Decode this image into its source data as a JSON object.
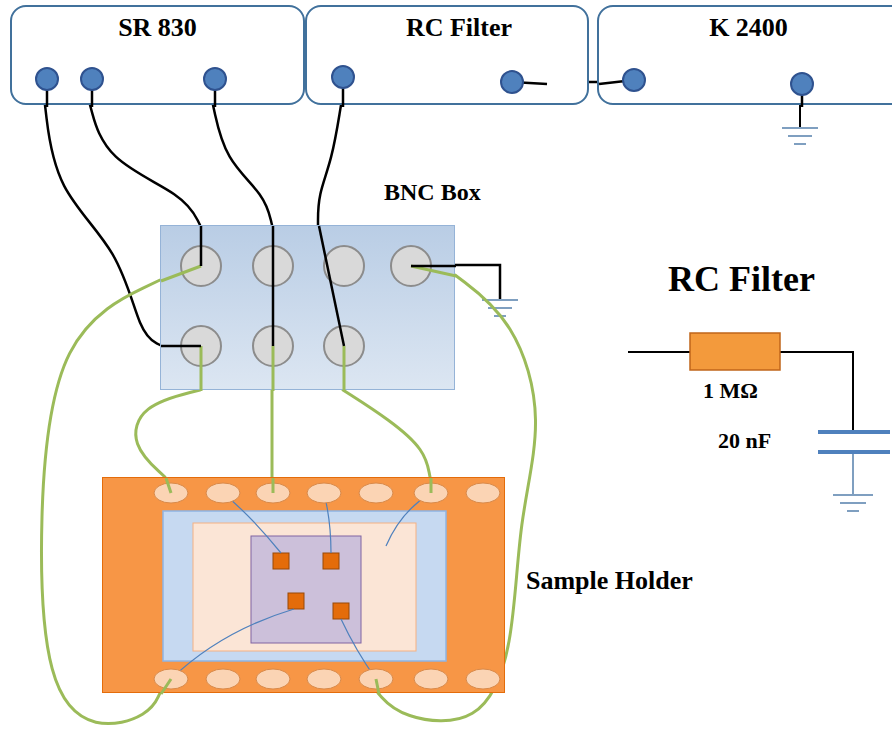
{
  "diagram": {
    "nodes": [
      {
        "text": [
          "SR 830"
        ]
      },
      {
        "text": [
          "RC Filter"
        ]
      },
      {
        "text": [
          "K 2400"
        ]
      },
      {
        "text": [
          "BNC Box"
        ]
      },
      {
        "text": [
          "Sample Holder"
        ]
      }
    ],
    "edges": [
      {
        "from": 0,
        "to": 3,
        "arrow": "none"
      },
      {
        "from": 0,
        "to": 3,
        "arrow": "none"
      },
      {
        "from": 0,
        "to": 3,
        "arrow": "none"
      },
      {
        "from": 1,
        "to": 3,
        "arrow": "none"
      },
      {
        "from": 1,
        "to": 2,
        "arrow": "none"
      },
      {
        "from": 3,
        "to": 4,
        "arrow": "none"
      },
      {
        "from": 3,
        "to": 4,
        "arrow": "none"
      },
      {
        "from": 3,
        "to": 4,
        "arrow": "none"
      },
      {
        "from": 3,
        "to": 4,
        "arrow": "none"
      },
      {
        "from": 3,
        "to": 4,
        "arrow": "none"
      }
    ],
    "labels": [
      "RC Filter",
      "1 MΩ",
      "20 nF"
    ]
  }
}
